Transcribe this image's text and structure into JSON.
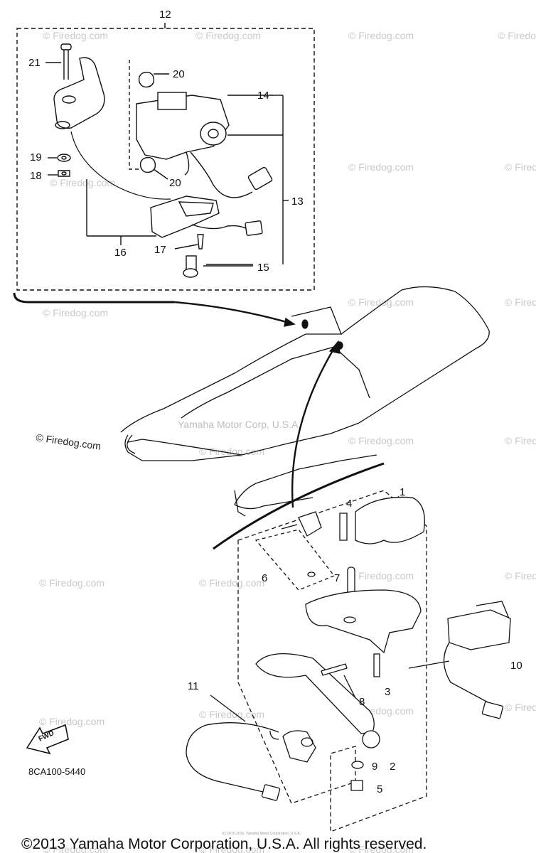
{
  "diagram": {
    "callouts": [
      "1",
      "2",
      "3",
      "4",
      "5",
      "6",
      "7",
      "8",
      "9",
      "10",
      "11",
      "12",
      "13",
      "14",
      "15",
      "16",
      "17",
      "18",
      "19",
      "20",
      "21"
    ],
    "callout_20_second": "20",
    "watermark": "© Firedog.com",
    "firedog_label": "© Firedog.com",
    "mid_watermark": "Yamaha Motor Corp, U.S.A.",
    "part_code": "8CA100-5440",
    "fwd_label": "FWD",
    "footer_copyright": "©2013 Yamaha Motor Corporation, U.S.A. All rights reserved.",
    "footer_small": "(c) 2015-2016, Yamaha Motor Corporation, U.S.A."
  }
}
